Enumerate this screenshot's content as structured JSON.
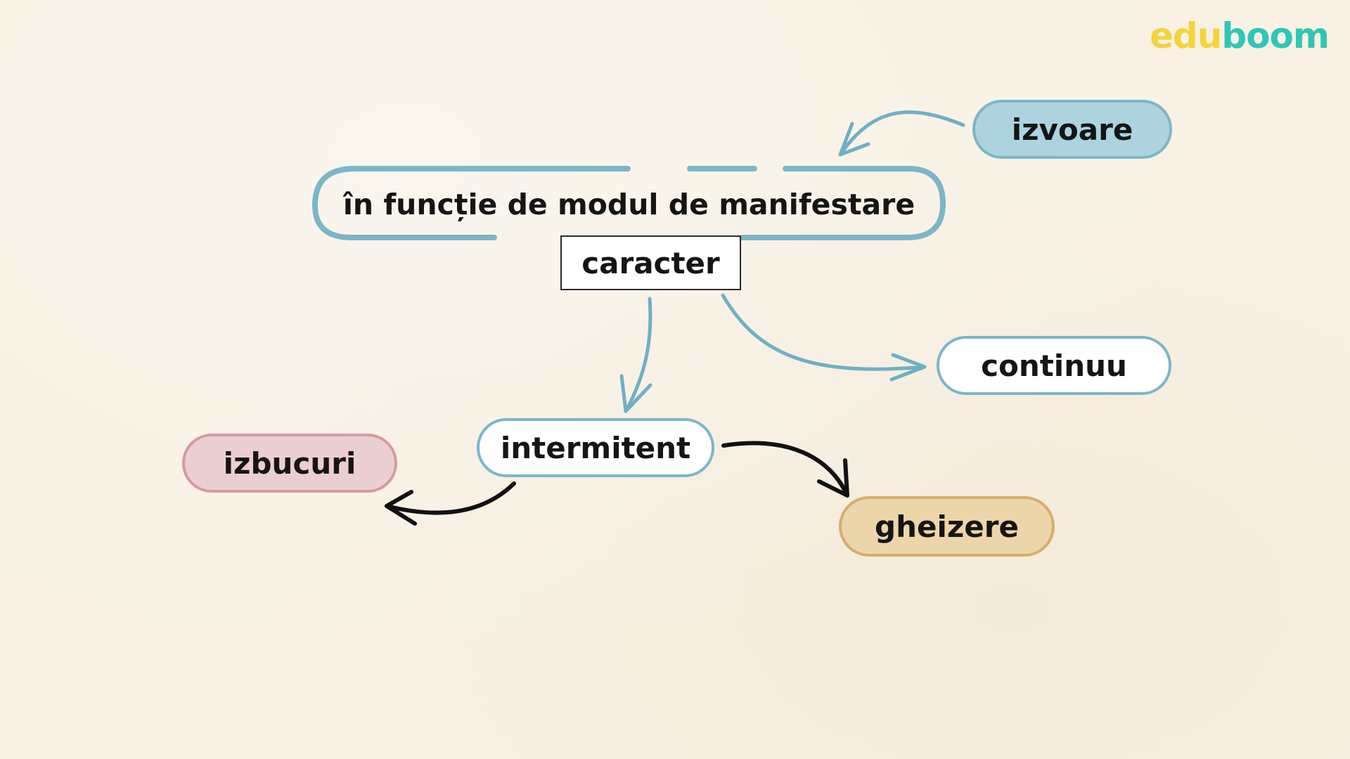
{
  "logo": {
    "part1": "edu",
    "part2": "boom"
  },
  "diagram": {
    "main_label": "în funcție de modul de manifestare",
    "caracter": "caracter",
    "izvoare": "izvoare",
    "continuu": "continuu",
    "intermitent": "intermitent",
    "izbucuri": "izbucuri",
    "gheizere": "gheizere"
  },
  "colors": {
    "background": "#f8f1e4",
    "blue_outline": "#7bb6c8",
    "blue_fill": "#add4de",
    "pink_fill": "#ebcfd0",
    "pink_outline": "#d69aa1",
    "tan_fill": "#ecd6a9",
    "tan_outline": "#d7ad6f",
    "arrow_blue": "#6fb0c4",
    "arrow_black": "#111111",
    "logo_yellow": "#f2d43c",
    "logo_teal": "#2fc6b4"
  }
}
